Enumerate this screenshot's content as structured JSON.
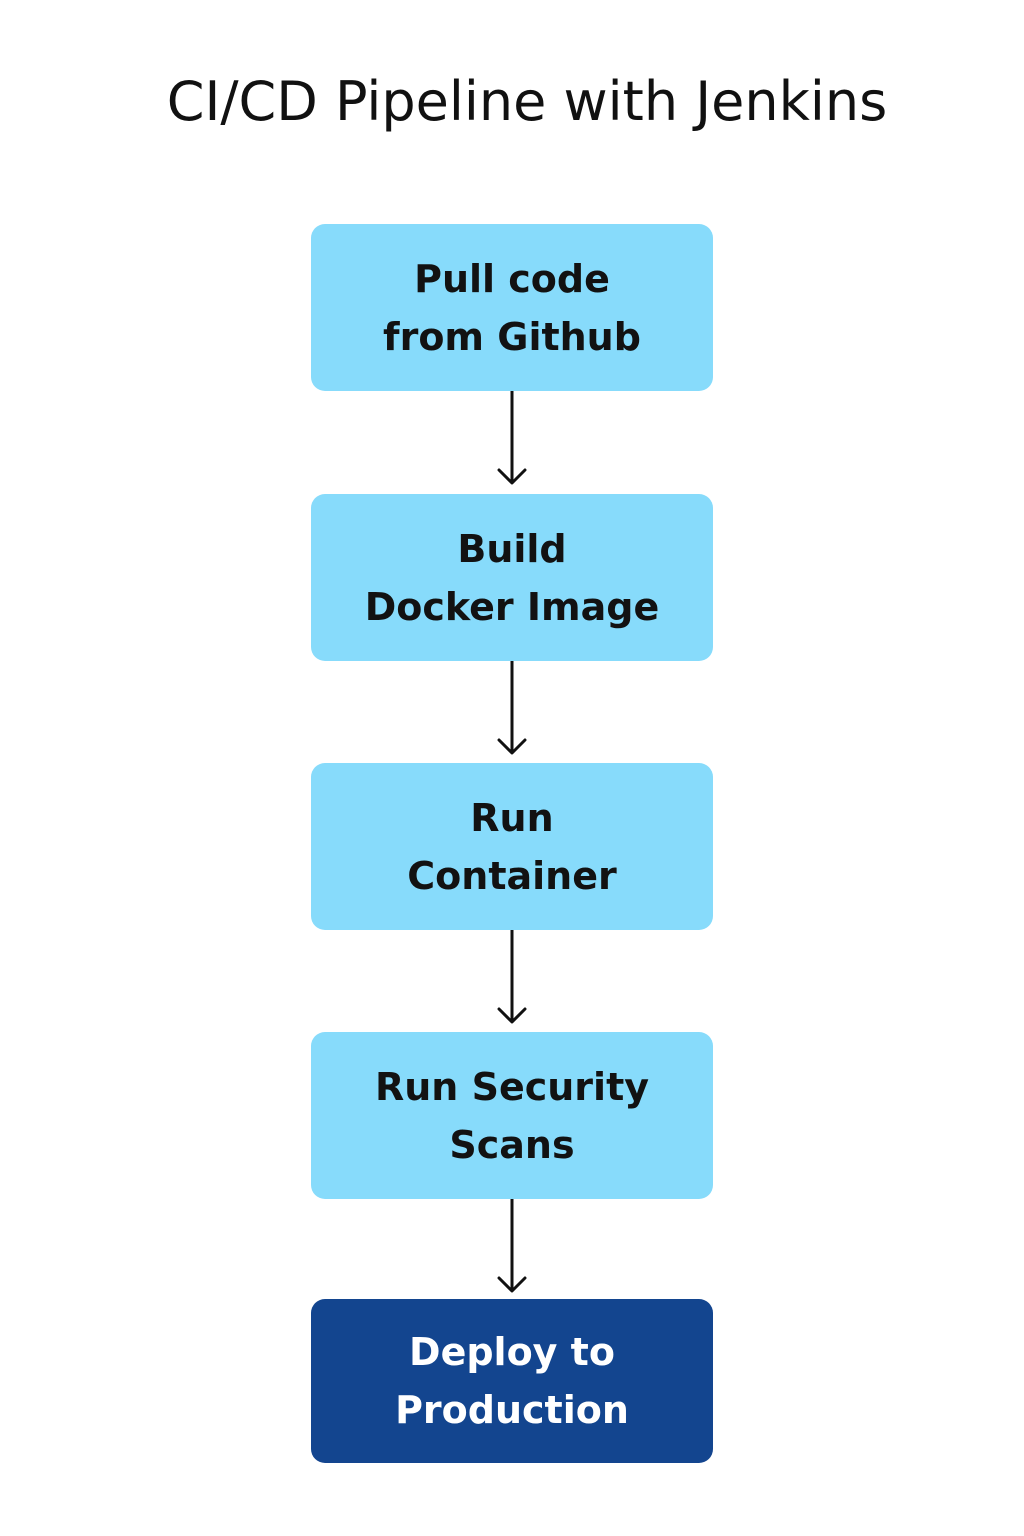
{
  "title": "CI/CD Pipeline with Jenkins",
  "steps": [
    {
      "label": "Pull code\nfrom Github"
    },
    {
      "label": "Build\nDocker Image"
    },
    {
      "label": "Run\nContainer"
    },
    {
      "label": "Run Security\nScans"
    },
    {
      "label": "Deploy to\nProduction"
    }
  ],
  "colors": {
    "step_fill": "#87dbfb",
    "final_step_fill": "#13458f",
    "arrow": "#111111",
    "title": "#111111"
  }
}
